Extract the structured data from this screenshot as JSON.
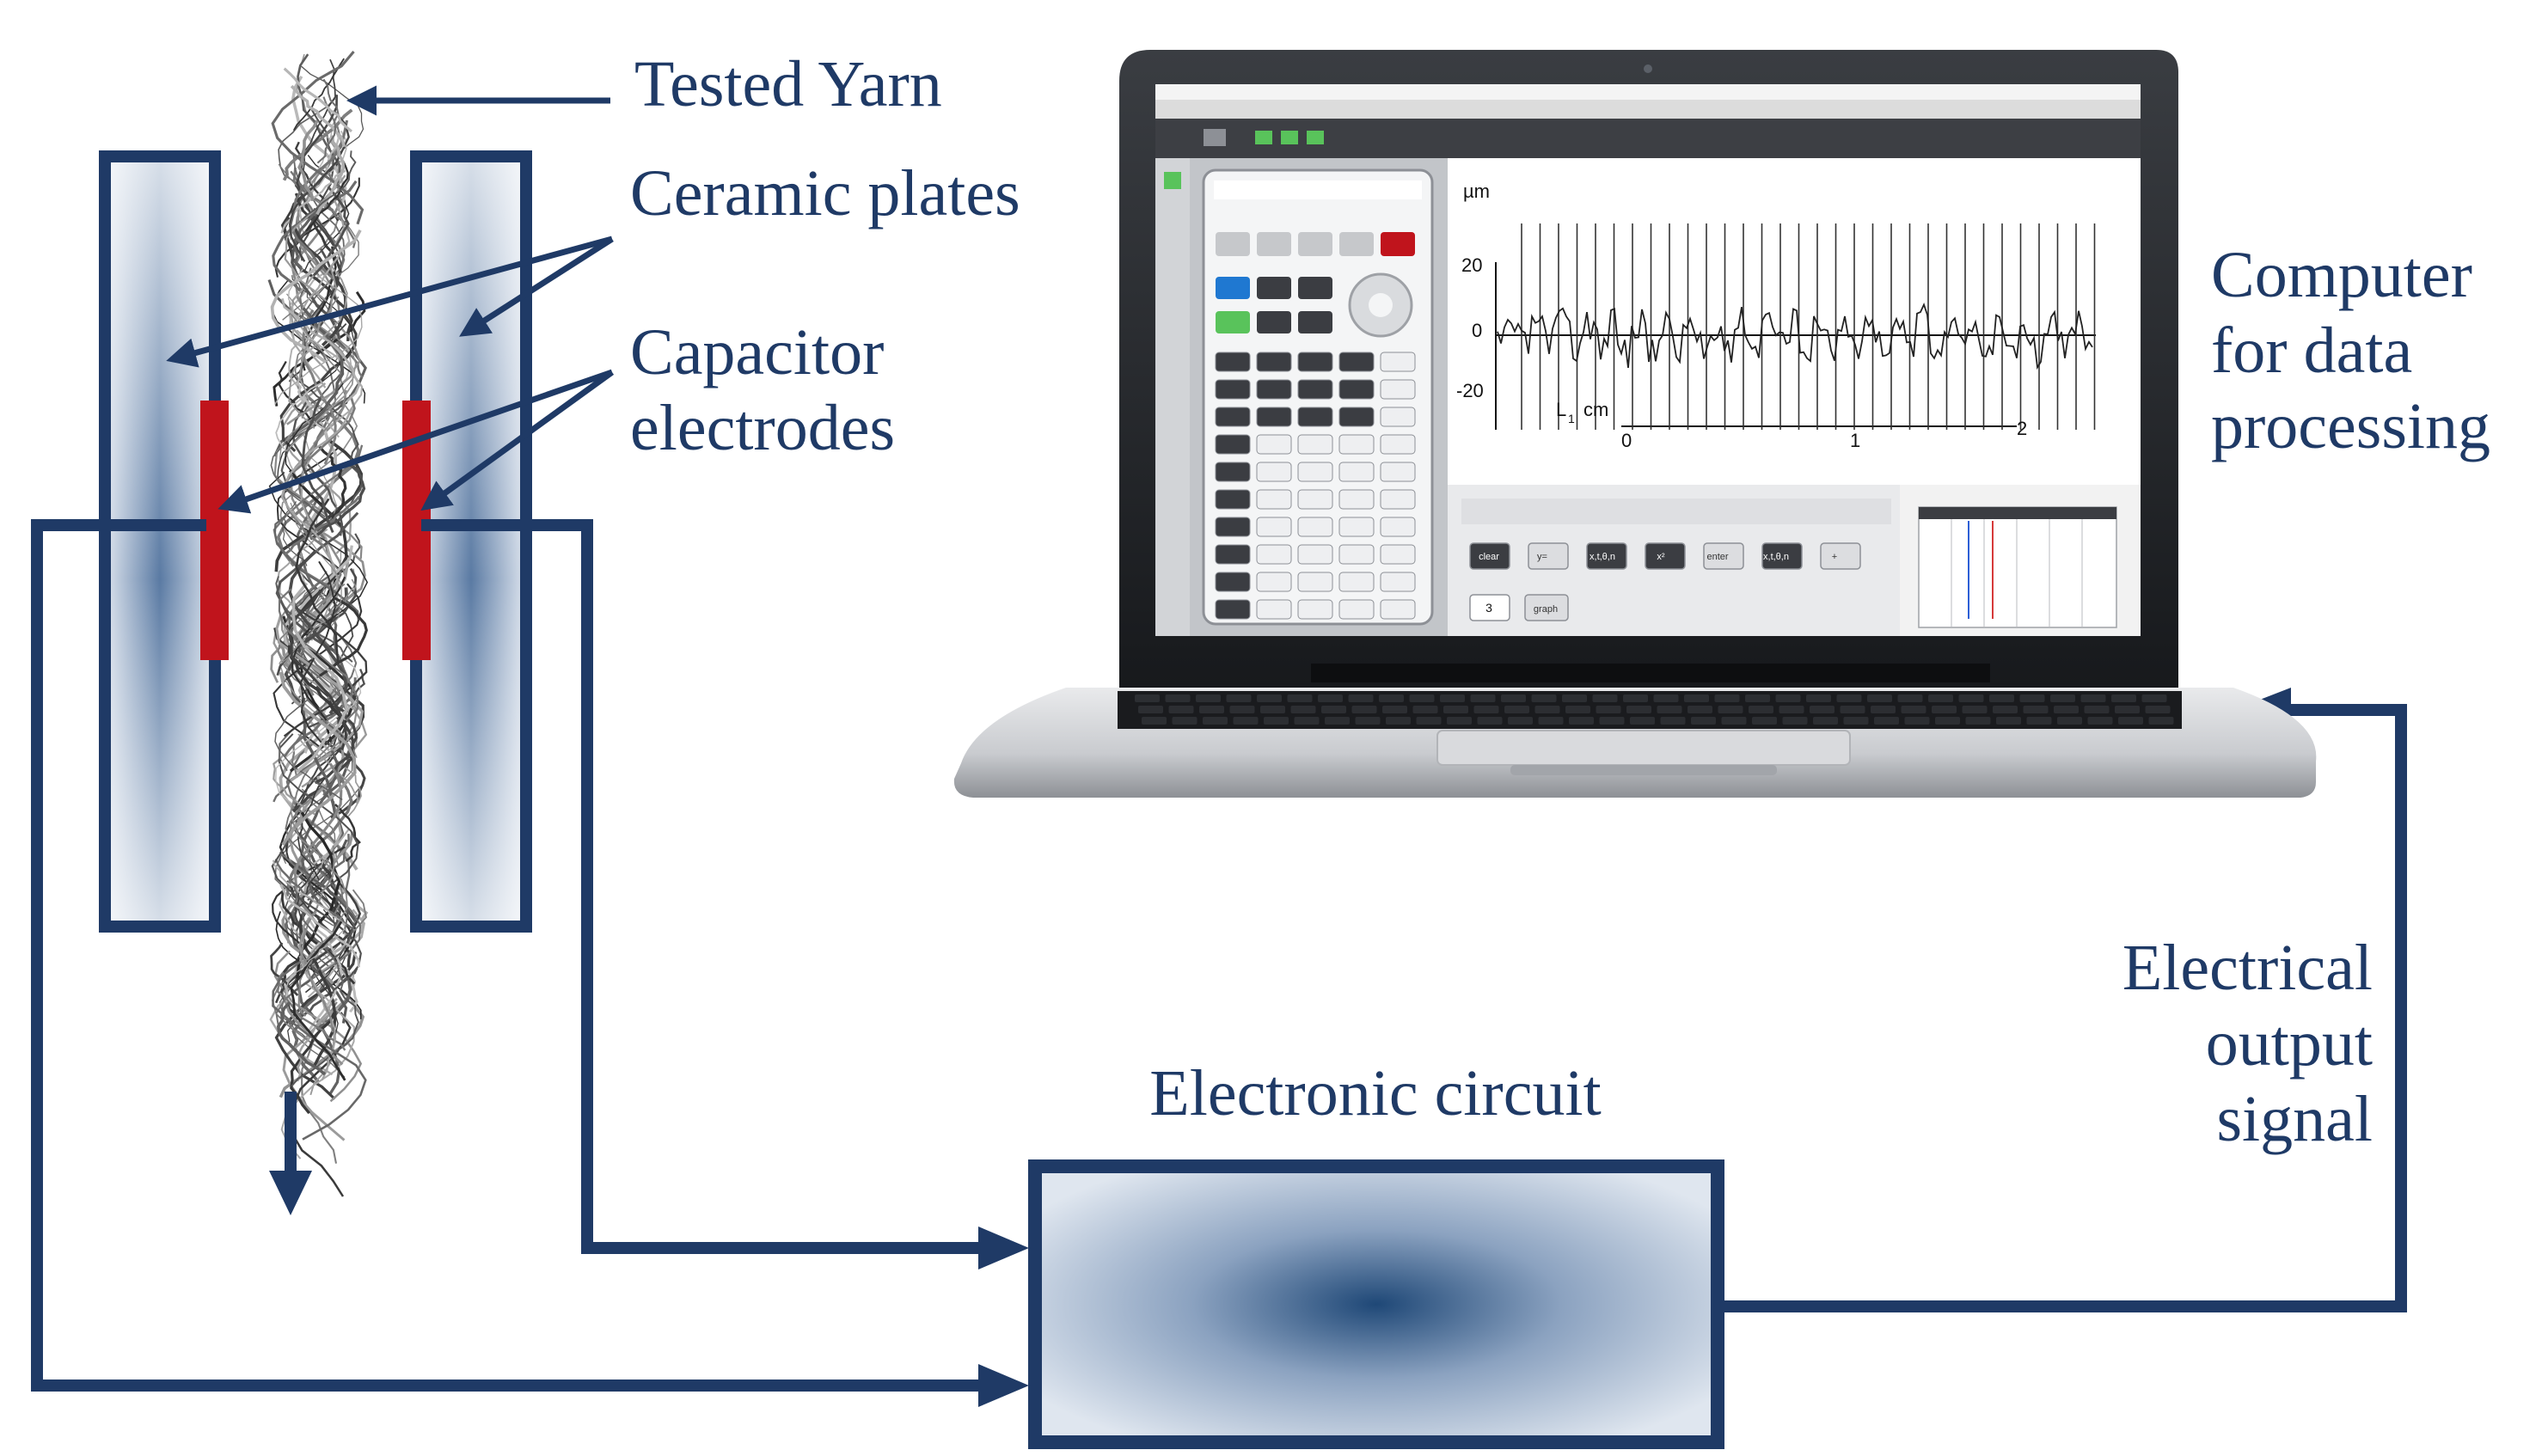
{
  "labels": {
    "tested_yarn": "Tested Yarn",
    "ceramic_plates": "Ceramic plates",
    "capacitor_line1": "Capacitor",
    "capacitor_line2": "electrodes",
    "computer_line1": "Computer",
    "computer_line2": "for data",
    "computer_line3": "processing",
    "electronic_circuit": "Electronic circuit",
    "signal_line1": "Electrical",
    "signal_line2": "output",
    "signal_line3": "signal"
  },
  "screen": {
    "y_unit": "µm",
    "y_ticks": [
      "20",
      "0",
      "-20"
    ],
    "x_label_sym": "L",
    "x_label_sub": "1",
    "x_label_unit": "cm",
    "x_ticks": [
      "0",
      "1",
      "2"
    ],
    "buttons_row1": [
      "clear",
      "y=",
      "x,t,θ,n",
      "x²",
      "enter",
      "x,t,θ,n",
      "+"
    ],
    "buttons_row2": [
      "3",
      "graph"
    ]
  },
  "colors": {
    "navy": "#1f3a66",
    "electrode_red": "#c0141c",
    "plate_light": "#dbe3ee",
    "plate_dark": "#1f4877"
  }
}
